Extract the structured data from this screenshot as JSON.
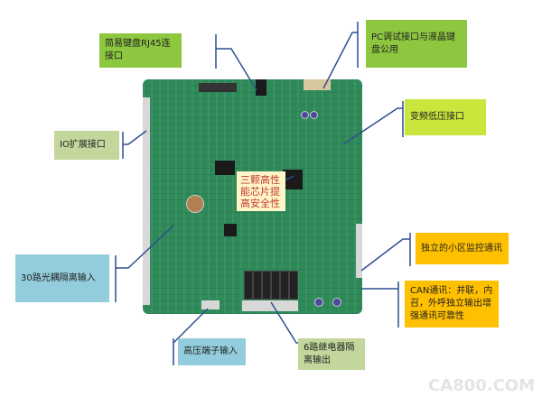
{
  "labels": {
    "rj45": "简易键盘RJ45连接口",
    "pc_port": "PC调试接口与液晶键盘公用",
    "inverter": "变频低压接口",
    "io_ext": "IO扩展接口",
    "chips": "三颗高性能芯片提高安全性",
    "opto_inputs": "30路光耦隔离输入",
    "monitor": "独立的小区监控通讯",
    "can": "CAN通讯：并联，内召，外呼独立输出增强通讯可靠性",
    "hv_input": "高压端子输入",
    "relay_out": "6路继电器隔离输出"
  },
  "watermark": "CA800.COM"
}
